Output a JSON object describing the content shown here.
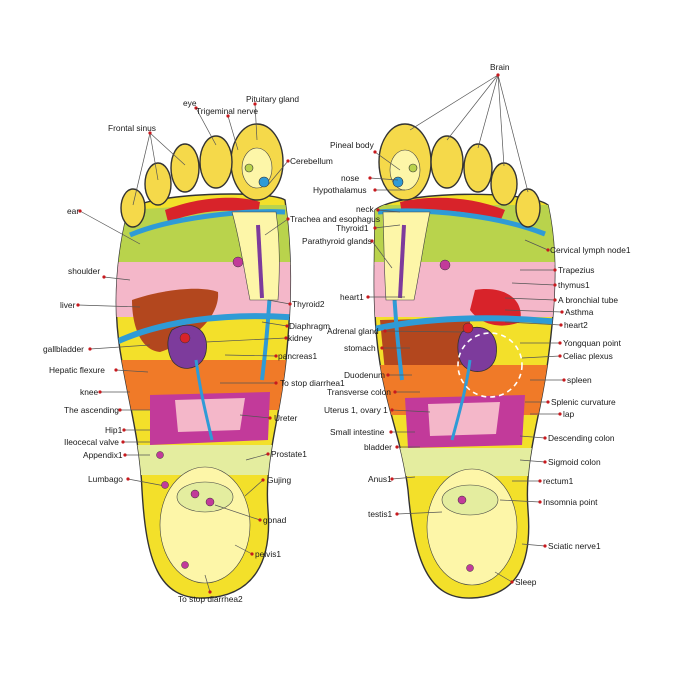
{
  "colors": {
    "background": "#ffffff",
    "sole_base": "#f3e02a",
    "sole_inner": "#fdf6a8",
    "toe_yellow": "#f5d94a",
    "green_band": "#b9d34c",
    "light_green": "#e4ed9f",
    "blue_band": "#2f9bd6",
    "red_band": "#d8232a",
    "pink_zone": "#f4b7c9",
    "rose_zone": "#ef8db0",
    "orange_zone": "#f07a28",
    "magenta_zone": "#c23a9a",
    "purple_organ": "#7d3b9c",
    "brown_organ": "#b3471e",
    "leader_dot": "#c8191e"
  },
  "left_foot": {
    "labels": [
      {
        "id": "eye",
        "text": "eye"
      },
      {
        "id": "pituitary",
        "text": "Pituitary gland"
      },
      {
        "id": "trigeminal",
        "text": "Trigeminal nerve"
      },
      {
        "id": "frontal",
        "text": "Frontal sinus"
      },
      {
        "id": "cerebellum",
        "text": "Cerebellum"
      },
      {
        "id": "ear",
        "text": "ear"
      },
      {
        "id": "trachea",
        "text": "Trachea and esophagus"
      },
      {
        "id": "shoulder",
        "text": "shoulder"
      },
      {
        "id": "liver",
        "text": "liver"
      },
      {
        "id": "thyroid2",
        "text": "Thyroid2"
      },
      {
        "id": "diaphragm",
        "text": "Diaphragm"
      },
      {
        "id": "kidney",
        "text": "kidney"
      },
      {
        "id": "gallbladder",
        "text": "gallbladder"
      },
      {
        "id": "pancreas",
        "text": "pancreas1"
      },
      {
        "id": "hepatic",
        "text": "Hepatic flexure"
      },
      {
        "id": "stopdiarrhea1",
        "text": "To stop diarrhea1"
      },
      {
        "id": "knee",
        "text": "knee"
      },
      {
        "id": "ascending",
        "text": "The ascending"
      },
      {
        "id": "ureter",
        "text": "Ureter"
      },
      {
        "id": "hip",
        "text": "Hip1"
      },
      {
        "id": "ileocecal",
        "text": "Ileocecal valve"
      },
      {
        "id": "appendix",
        "text": "Appendix1"
      },
      {
        "id": "prostate",
        "text": "Prostate1"
      },
      {
        "id": "lumbago",
        "text": "Lumbago"
      },
      {
        "id": "gujing",
        "text": "Gujing"
      },
      {
        "id": "gonad",
        "text": "gonad"
      },
      {
        "id": "pelvis",
        "text": "pelvis1"
      },
      {
        "id": "stopdiarrhea2",
        "text": "To stop diarrhea2"
      }
    ]
  },
  "right_foot": {
    "labels": [
      {
        "id": "brain",
        "text": "Brain"
      },
      {
        "id": "pineal",
        "text": "Pineal body"
      },
      {
        "id": "nose",
        "text": "nose"
      },
      {
        "id": "hypothalamus",
        "text": "Hypothalamus"
      },
      {
        "id": "neck",
        "text": "neck"
      },
      {
        "id": "thyroid1",
        "text": "Thyroid1"
      },
      {
        "id": "parathyroid",
        "text": "Parathyroid glands"
      },
      {
        "id": "cervical",
        "text": "Cervical lymph node1"
      },
      {
        "id": "trapezius",
        "text": "Trapezius"
      },
      {
        "id": "thymus",
        "text": "thymus1"
      },
      {
        "id": "heart1",
        "text": "heart1"
      },
      {
        "id": "bronchial",
        "text": "A bronchial tube"
      },
      {
        "id": "asthma",
        "text": "Asthma"
      },
      {
        "id": "adrenal",
        "text": "Adrenal gland"
      },
      {
        "id": "heart2",
        "text": "heart2"
      },
      {
        "id": "stomach",
        "text": "stomach"
      },
      {
        "id": "yongquan",
        "text": "Yongquan point"
      },
      {
        "id": "celiac",
        "text": "Celiac plexus"
      },
      {
        "id": "duodenum",
        "text": "Duodenum"
      },
      {
        "id": "spleen",
        "text": "spleen"
      },
      {
        "id": "transverse",
        "text": "Transverse colon"
      },
      {
        "id": "splenic",
        "text": "Splenic curvature"
      },
      {
        "id": "uterus",
        "text": "Uterus 1, ovary 1"
      },
      {
        "id": "lap",
        "text": "lap"
      },
      {
        "id": "smallint",
        "text": "Small intestine"
      },
      {
        "id": "descending",
        "text": "Descending colon"
      },
      {
        "id": "bladder",
        "text": "bladder"
      },
      {
        "id": "sigmoid",
        "text": "Sigmoid colon"
      },
      {
        "id": "anus",
        "text": "Anus1"
      },
      {
        "id": "rectum",
        "text": "rectum1"
      },
      {
        "id": "insomnia",
        "text": "Insomnia point"
      },
      {
        "id": "testis",
        "text": "testis1"
      },
      {
        "id": "sciatic",
        "text": "Sciatic nerve1"
      },
      {
        "id": "sleep",
        "text": "Sleep"
      }
    ]
  }
}
